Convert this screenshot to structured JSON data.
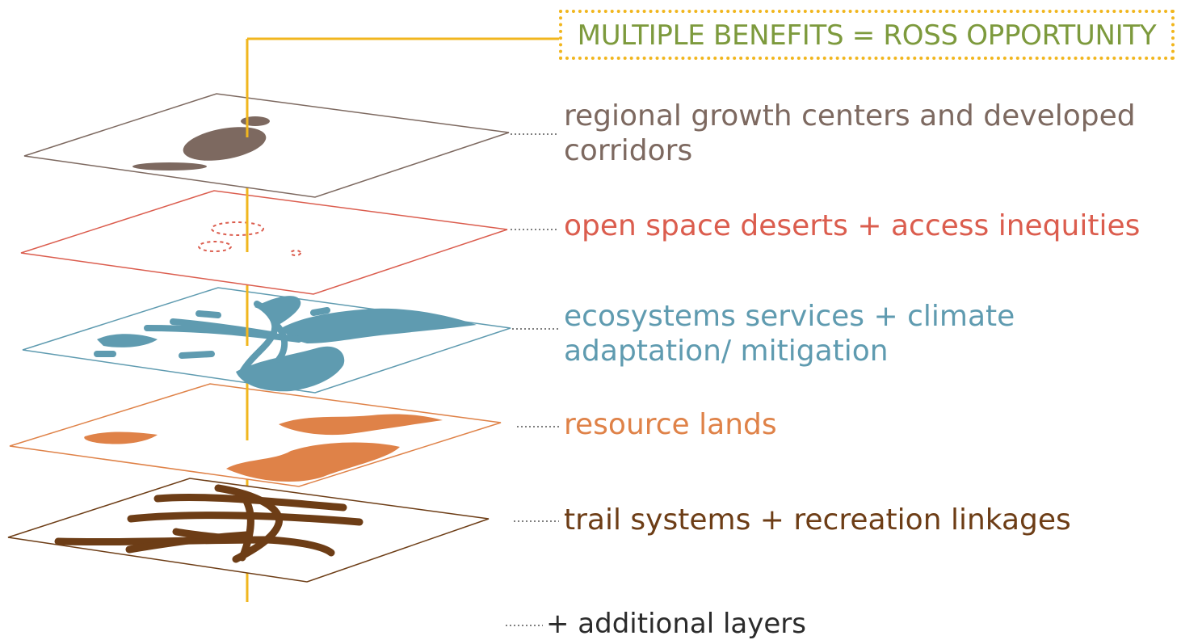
{
  "title": "MULTIPLE BENEFITS = ROSS OPPORTUNITY",
  "layers": [
    {
      "id": "growth",
      "label": "regional growth centers and developed corridors",
      "color": "#7d6960"
    },
    {
      "id": "open-space",
      "label": "open space deserts + access inequities",
      "color": "#db5d4e"
    },
    {
      "id": "ecosystems",
      "label": "ecosystems services + climate adaptation/ mitigation",
      "color": "#5f9bb0"
    },
    {
      "id": "resource",
      "label": "resource lands",
      "color": "#df8248"
    },
    {
      "id": "trails",
      "label": "trail systems + recreation linkages",
      "color": "#6d3d16"
    }
  ],
  "additional_label": "+ additional layers",
  "colors": {
    "connector": "#f1b61e",
    "title_text": "#7d9a3d",
    "leader_dots": "#555555"
  }
}
